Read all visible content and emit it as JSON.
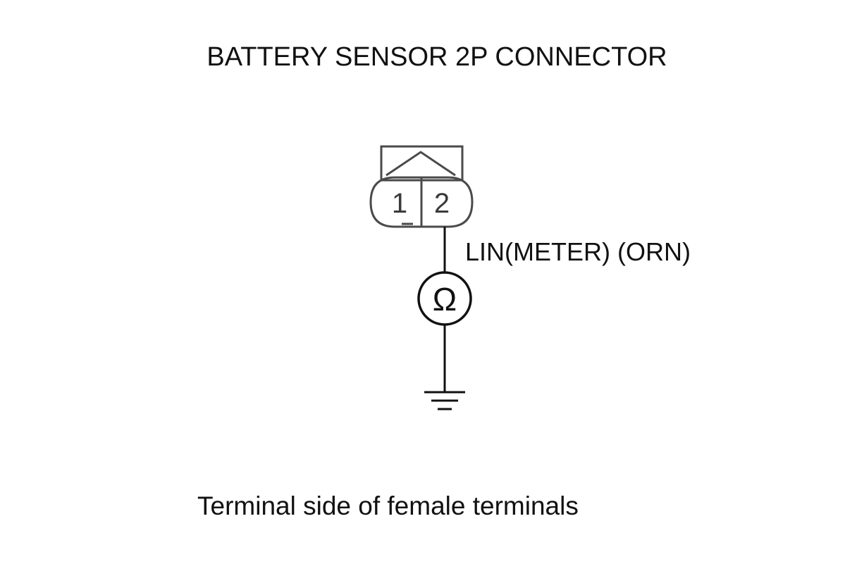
{
  "title": "BATTERY SENSOR 2P CONNECTOR",
  "connector": {
    "pins": [
      "1",
      "2"
    ],
    "wire_label": "LIN(METER) (ORN)"
  },
  "meter": {
    "symbol": "Ω",
    "icon": "ohmmeter-icon"
  },
  "ground": {
    "icon": "ground-icon"
  },
  "caption": "Terminal side of female terminals",
  "colors": {
    "line": "#111111",
    "connector": "#4a4a4a",
    "background": "#ffffff"
  }
}
